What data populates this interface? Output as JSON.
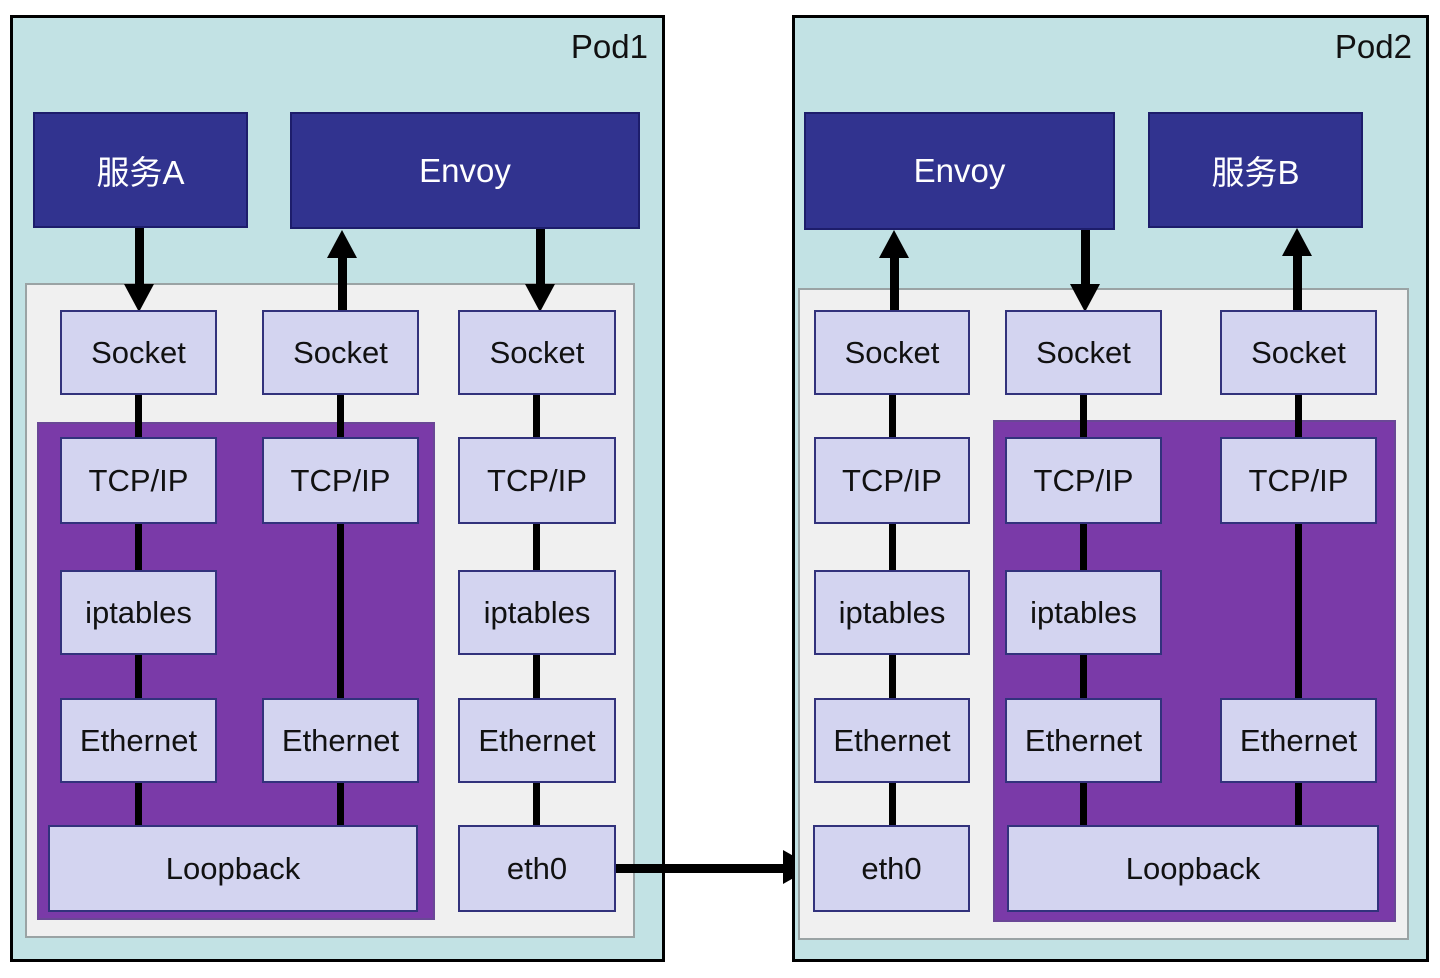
{
  "pod1": {
    "label": "Pod1",
    "boxes": {
      "service": "服务A",
      "envoy": "Envoy"
    },
    "col1": {
      "socket": "Socket",
      "tcpip": "TCP/IP",
      "iptables": "iptables",
      "ethernet": "Ethernet"
    },
    "col2": {
      "socket": "Socket",
      "tcpip": "TCP/IP",
      "ethernet": "Ethernet"
    },
    "col3": {
      "socket": "Socket",
      "tcpip": "TCP/IP",
      "iptables": "iptables",
      "ethernet": "Ethernet"
    },
    "loopback": "Loopback",
    "eth0": "eth0"
  },
  "pod2": {
    "label": "Pod2",
    "boxes": {
      "envoy": "Envoy",
      "service": "服务B"
    },
    "col1": {
      "socket": "Socket",
      "tcpip": "TCP/IP",
      "iptables": "iptables",
      "ethernet": "Ethernet"
    },
    "col2": {
      "socket": "Socket",
      "tcpip": "TCP/IP",
      "iptables": "iptables",
      "ethernet": "Ethernet"
    },
    "col3": {
      "socket": "Socket",
      "tcpip": "TCP/IP",
      "ethernet": "Ethernet"
    },
    "eth0": "eth0",
    "loopback": "Loopback"
  },
  "colors": {
    "pod_bg": "#c2e2e4",
    "pod_border": "#000000",
    "inner_bg": "#f0f0f0",
    "inner_border": "#9aa3a4",
    "purple_bg": "#7a3aa8",
    "purple_border": "#6a4796",
    "node_bg": "#d3d4f0",
    "node_border": "#32327c",
    "dark_box_bg": "#31338f",
    "dark_box_border": "#1d1d6b",
    "dark_box_text": "#ffffff",
    "text": "#111111",
    "arrow": "#000000"
  }
}
